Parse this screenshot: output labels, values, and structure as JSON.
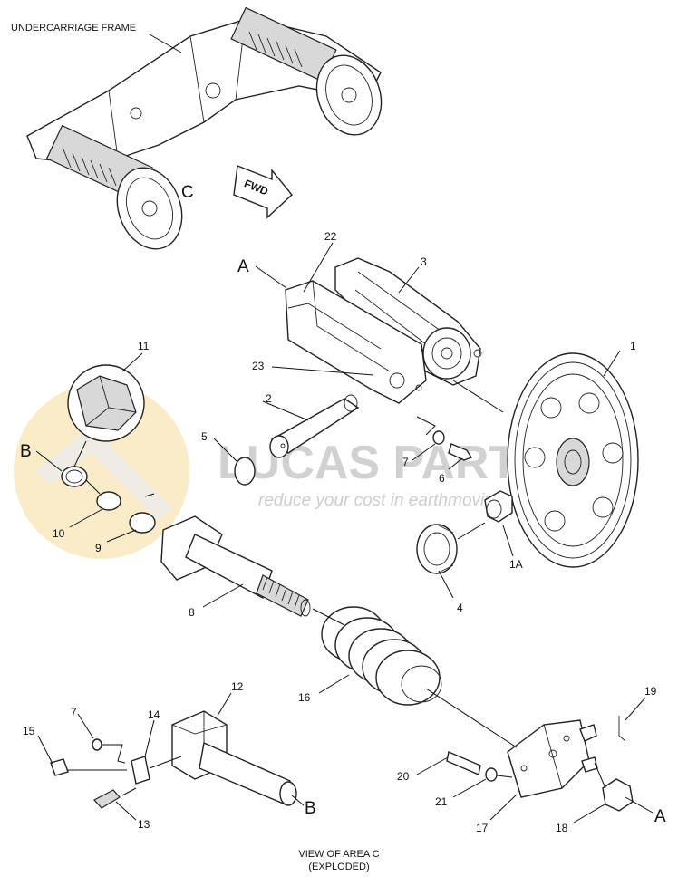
{
  "diagram": {
    "title_top": "UNDERCARRIAGE FRAME",
    "fwd_label": "FWD",
    "area_letter": "C",
    "view_caption_line1": "VIEW OF AREA C",
    "view_caption_line2": "(EXPLODED)",
    "ref_a_top": "A",
    "ref_a_bottom": "A",
    "ref_b_left": "B",
    "ref_b_bottom": "B"
  },
  "watermark": {
    "brand": "LUCAS PARTS",
    "tagline": "reduce your cost in earthmoving parts",
    "accent_color": "#f3c766"
  },
  "callouts": {
    "c1": "1",
    "c1a": "1A",
    "c2": "2",
    "c3": "3",
    "c4": "4",
    "c5": "5",
    "c6": "6",
    "c7a": "7",
    "c7b": "7",
    "c8": "8",
    "c9": "9",
    "c10": "10",
    "c11": "11",
    "c12": "12",
    "c13": "13",
    "c14": "14",
    "c15": "15",
    "c16": "16",
    "c17": "17",
    "c18": "18",
    "c19": "19",
    "c20": "20",
    "c21": "21",
    "c22": "22",
    "c23": "23"
  }
}
